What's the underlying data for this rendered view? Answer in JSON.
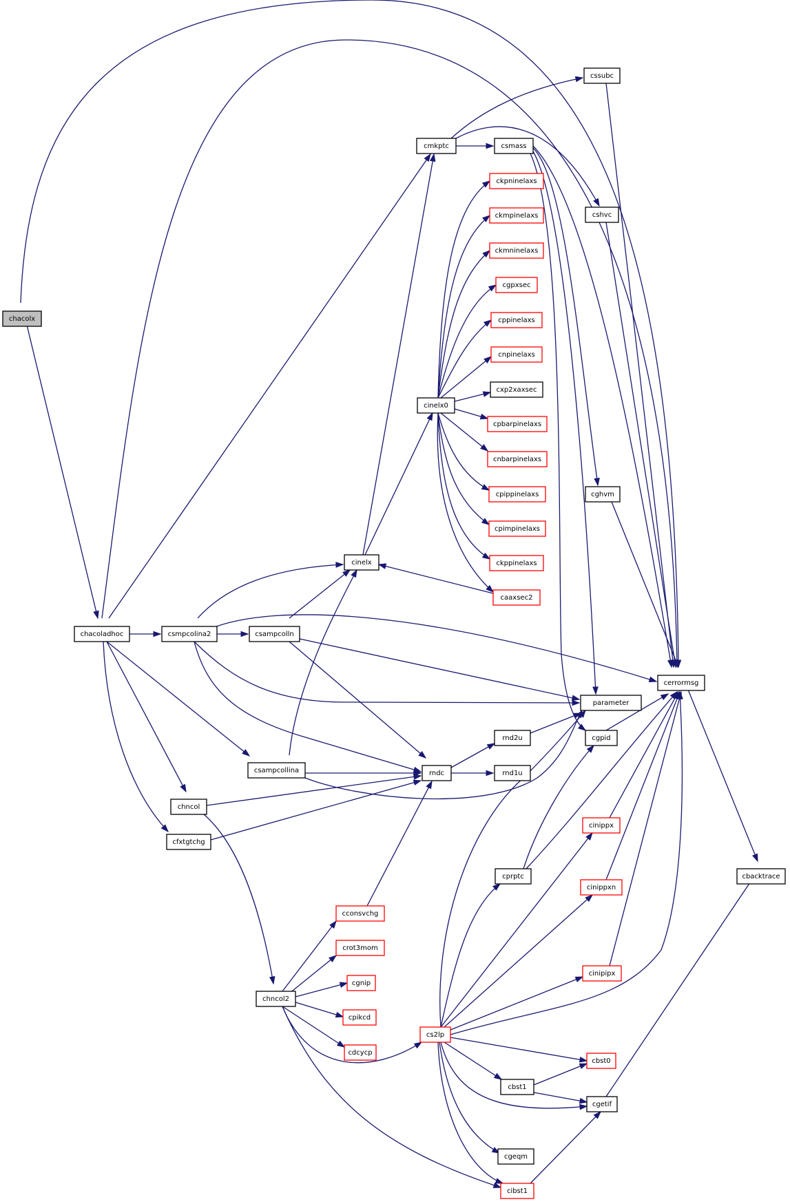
{
  "colors": {
    "edge": "#191970",
    "node_border_default": "#000000",
    "node_border_linked": "#ff0000",
    "node_fill_root": "#bfbfbf",
    "node_fill_default": "#ffffff"
  },
  "nodes": [
    {
      "id": "chacolx",
      "label": "chacolx",
      "style": "root"
    },
    {
      "id": "chacoladhoc",
      "label": "chacoladhoc",
      "style": "default"
    },
    {
      "id": "csmpcolina2",
      "label": "csmpcolina2",
      "style": "default"
    },
    {
      "id": "csampcolln",
      "label": "csampcolln",
      "style": "default"
    },
    {
      "id": "csampcollina",
      "label": "csampcollina",
      "style": "default"
    },
    {
      "id": "chncol",
      "label": "chncol",
      "style": "default"
    },
    {
      "id": "cfxtgtchg",
      "label": "cfxtgtchg",
      "style": "default"
    },
    {
      "id": "chncol2",
      "label": "chncol2",
      "style": "default"
    },
    {
      "id": "cinelx",
      "label": "cinelx",
      "style": "default"
    },
    {
      "id": "cmkptc",
      "label": "cmkptc",
      "style": "default"
    },
    {
      "id": "cinelx0",
      "label": "cinelx0",
      "style": "default"
    },
    {
      "id": "rndc",
      "label": "rndc",
      "style": "default"
    },
    {
      "id": "cconsvchg",
      "label": "cconsvchg",
      "style": "linked"
    },
    {
      "id": "crot3mom",
      "label": "crot3mom",
      "style": "linked"
    },
    {
      "id": "cgnip",
      "label": "cgnip",
      "style": "linked"
    },
    {
      "id": "cpikcd",
      "label": "cpikcd",
      "style": "linked"
    },
    {
      "id": "cdcycp",
      "label": "cdcycp",
      "style": "linked"
    },
    {
      "id": "cs2lp",
      "label": "cs2lp",
      "style": "linked"
    },
    {
      "id": "csmass",
      "label": "csmass",
      "style": "default"
    },
    {
      "id": "ckpninelaxs",
      "label": "ckpninelaxs",
      "style": "linked"
    },
    {
      "id": "ckmpinelaxs",
      "label": "ckmpinelaxs",
      "style": "linked"
    },
    {
      "id": "ckmninelaxs",
      "label": "ckmninelaxs",
      "style": "linked"
    },
    {
      "id": "cgpxsec",
      "label": "cgpxsec",
      "style": "linked"
    },
    {
      "id": "cppinelaxs",
      "label": "cppinelaxs",
      "style": "linked"
    },
    {
      "id": "cnpinelaxs",
      "label": "cnpinelaxs",
      "style": "linked"
    },
    {
      "id": "cxp2xaxsec",
      "label": "cxp2xaxsec",
      "style": "default"
    },
    {
      "id": "cpbarpinelaxs",
      "label": "cpbarpinelaxs",
      "style": "linked"
    },
    {
      "id": "cnbarpinelaxs",
      "label": "cnbarpinelaxs",
      "style": "linked"
    },
    {
      "id": "cpippinelaxs",
      "label": "cpippinelaxs",
      "style": "linked"
    },
    {
      "id": "cpimpinelaxs",
      "label": "cpimpinelaxs",
      "style": "linked"
    },
    {
      "id": "ckppinelaxs",
      "label": "ckppinelaxs",
      "style": "linked"
    },
    {
      "id": "caaxsec2",
      "label": "caaxsec2",
      "style": "linked"
    },
    {
      "id": "rnd2u",
      "label": "rnd2u",
      "style": "default"
    },
    {
      "id": "rnd1u",
      "label": "rnd1u",
      "style": "default"
    },
    {
      "id": "cprptc",
      "label": "cprptc",
      "style": "default"
    },
    {
      "id": "cbst1",
      "label": "cbst1",
      "style": "default"
    },
    {
      "id": "cgeqm",
      "label": "cgeqm",
      "style": "default"
    },
    {
      "id": "cibst1",
      "label": "cibst1",
      "style": "linked"
    },
    {
      "id": "cssubc",
      "label": "cssubc",
      "style": "default"
    },
    {
      "id": "cshvc",
      "label": "cshvc",
      "style": "default"
    },
    {
      "id": "cghvm",
      "label": "cghvm",
      "style": "default"
    },
    {
      "id": "parameter",
      "label": "parameter",
      "style": "default"
    },
    {
      "id": "cgpid",
      "label": "cgpid",
      "style": "default"
    },
    {
      "id": "cinippx",
      "label": "cinippx",
      "style": "linked"
    },
    {
      "id": "cinippxn",
      "label": "cinippxn",
      "style": "linked"
    },
    {
      "id": "cinipipx",
      "label": "cinipipx",
      "style": "linked"
    },
    {
      "id": "cbst0",
      "label": "cbst0",
      "style": "linked"
    },
    {
      "id": "cgetif",
      "label": "cgetif",
      "style": "default"
    },
    {
      "id": "cerrormsg",
      "label": "cerrormsg",
      "style": "default"
    },
    {
      "id": "cbacktrace",
      "label": "cbacktrace",
      "style": "default"
    }
  ],
  "edges": [
    [
      "chacolx",
      "chacoladhoc"
    ],
    [
      "chacolx",
      "cerrormsg"
    ],
    [
      "chacoladhoc",
      "csmpcolina2"
    ],
    [
      "chacoladhoc",
      "csampcollina"
    ],
    [
      "chacoladhoc",
      "chncol"
    ],
    [
      "chacoladhoc",
      "cfxtgtchg"
    ],
    [
      "chacoladhoc",
      "cmkptc"
    ],
    [
      "chacoladhoc",
      "cerrormsg"
    ],
    [
      "csmpcolina2",
      "csampcolln"
    ],
    [
      "csmpcolina2",
      "cinelx"
    ],
    [
      "csmpcolina2",
      "rndc"
    ],
    [
      "csmpcolina2",
      "parameter"
    ],
    [
      "csmpcolina2",
      "cerrormsg"
    ],
    [
      "csampcolln",
      "cinelx"
    ],
    [
      "csampcolln",
      "rndc"
    ],
    [
      "csampcolln",
      "parameter"
    ],
    [
      "csampcollina",
      "cinelx"
    ],
    [
      "csampcollina",
      "rndc"
    ],
    [
      "csampcollina",
      "parameter"
    ],
    [
      "chncol",
      "rndc"
    ],
    [
      "chncol",
      "chncol2"
    ],
    [
      "cfxtgtchg",
      "rndc"
    ],
    [
      "chncol2",
      "cconsvchg"
    ],
    [
      "chncol2",
      "crot3mom"
    ],
    [
      "chncol2",
      "cgnip"
    ],
    [
      "chncol2",
      "cpikcd"
    ],
    [
      "chncol2",
      "cdcycp"
    ],
    [
      "chncol2",
      "cs2lp"
    ],
    [
      "chncol2",
      "cibst1"
    ],
    [
      "cconsvchg",
      "rndc"
    ],
    [
      "cinelx",
      "cinelx0"
    ],
    [
      "cinelx",
      "cmkptc"
    ],
    [
      "caaxsec2",
      "cinelx"
    ],
    [
      "cinelx0",
      "ckpninelaxs"
    ],
    [
      "cinelx0",
      "ckmpinelaxs"
    ],
    [
      "cinelx0",
      "ckmninelaxs"
    ],
    [
      "cinelx0",
      "cgpxsec"
    ],
    [
      "cinelx0",
      "cppinelaxs"
    ],
    [
      "cinelx0",
      "cnpinelaxs"
    ],
    [
      "cinelx0",
      "cxp2xaxsec"
    ],
    [
      "cinelx0",
      "cpbarpinelaxs"
    ],
    [
      "cinelx0",
      "cnbarpinelaxs"
    ],
    [
      "cinelx0",
      "cpippinelaxs"
    ],
    [
      "cinelx0",
      "cpimpinelaxs"
    ],
    [
      "cinelx0",
      "ckppinelaxs"
    ],
    [
      "cinelx0",
      "caaxsec2"
    ],
    [
      "cmkptc",
      "csmass"
    ],
    [
      "cmkptc",
      "cssubc"
    ],
    [
      "cmkptc",
      "cshvc"
    ],
    [
      "csmass",
      "cghvm"
    ],
    [
      "csmass",
      "parameter"
    ],
    [
      "csmass",
      "cgpid"
    ],
    [
      "csmass",
      "cerrormsg"
    ],
    [
      "cssubc",
      "cerrormsg"
    ],
    [
      "cshvc",
      "cerrormsg"
    ],
    [
      "cghvm",
      "cerrormsg"
    ],
    [
      "rndc",
      "rnd2u"
    ],
    [
      "rndc",
      "rnd1u"
    ],
    [
      "rnd2u",
      "parameter"
    ],
    [
      "cgpid",
      "cerrormsg"
    ],
    [
      "cs2lp",
      "cprptc"
    ],
    [
      "cs2lp",
      "parameter"
    ],
    [
      "cs2lp",
      "cinippx"
    ],
    [
      "cs2lp",
      "cinippxn"
    ],
    [
      "cs2lp",
      "cinipipx"
    ],
    [
      "cs2lp",
      "cerrormsg"
    ],
    [
      "cs2lp",
      "cbst0"
    ],
    [
      "cs2lp",
      "cbst1"
    ],
    [
      "cs2lp",
      "cgetif"
    ],
    [
      "cs2lp",
      "cgeqm"
    ],
    [
      "cs2lp",
      "cibst1"
    ],
    [
      "cprptc",
      "cgpid"
    ],
    [
      "cprptc",
      "cerrormsg"
    ],
    [
      "cinippx",
      "cerrormsg"
    ],
    [
      "cinippxn",
      "cerrormsg"
    ],
    [
      "cinipipx",
      "cerrormsg"
    ],
    [
      "cbst1",
      "cbst0"
    ],
    [
      "cbst1",
      "cgetif"
    ],
    [
      "cibst1",
      "cgetif"
    ],
    [
      "cerrormsg",
      "cbacktrace"
    ],
    [
      "cgetif",
      "cbacktrace"
    ]
  ]
}
